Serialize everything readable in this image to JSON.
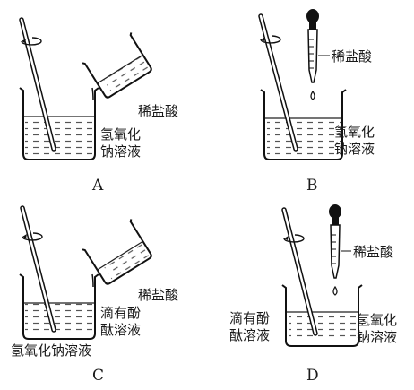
{
  "panels": {
    "A": {
      "option": "A",
      "poured_reagent": "稀盐酸",
      "beaker_reagent": [
        "氢氧化",
        "钠溶液"
      ]
    },
    "B": {
      "option": "B",
      "dropper_reagent": "稀盐酸",
      "beaker_reagent": [
        "氢氧化",
        "钠溶液"
      ]
    },
    "C": {
      "option": "C",
      "poured_reagent": "稀盐酸",
      "indicator_note": [
        "滴有酚",
        "酞溶液"
      ],
      "beaker_reagent": "氢氧化钠溶液"
    },
    "D": {
      "option": "D",
      "dropper_reagent": "稀盐酸",
      "indicator_note": [
        "滴有酚",
        "酞溶液"
      ],
      "beaker_reagent": [
        "氢氧化",
        "钠溶液"
      ]
    }
  }
}
